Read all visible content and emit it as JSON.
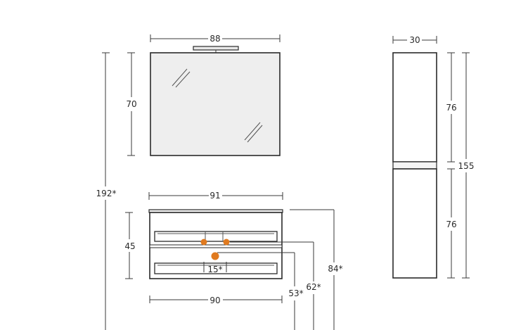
{
  "mirror": {
    "width_label": "88",
    "height_label": "70"
  },
  "vanity_top": {
    "width_label": "91"
  },
  "vanity": {
    "height_label": "45",
    "bottom_width_label": "90",
    "handle_spacing_label": "15*",
    "drain_height_label": "53*",
    "pipe_height_label": "62*",
    "top_height_label": "84*"
  },
  "overall": {
    "total_height_label": "192*"
  },
  "tall_cabinet": {
    "width_label": "30",
    "upper_height_label": "76",
    "lower_height_label": "76",
    "total_height_label": "155"
  },
  "colors": {
    "fitting_orange": "#e07a1f",
    "mirror_fill": "#eeeeee",
    "line": "#3a3a3a"
  }
}
